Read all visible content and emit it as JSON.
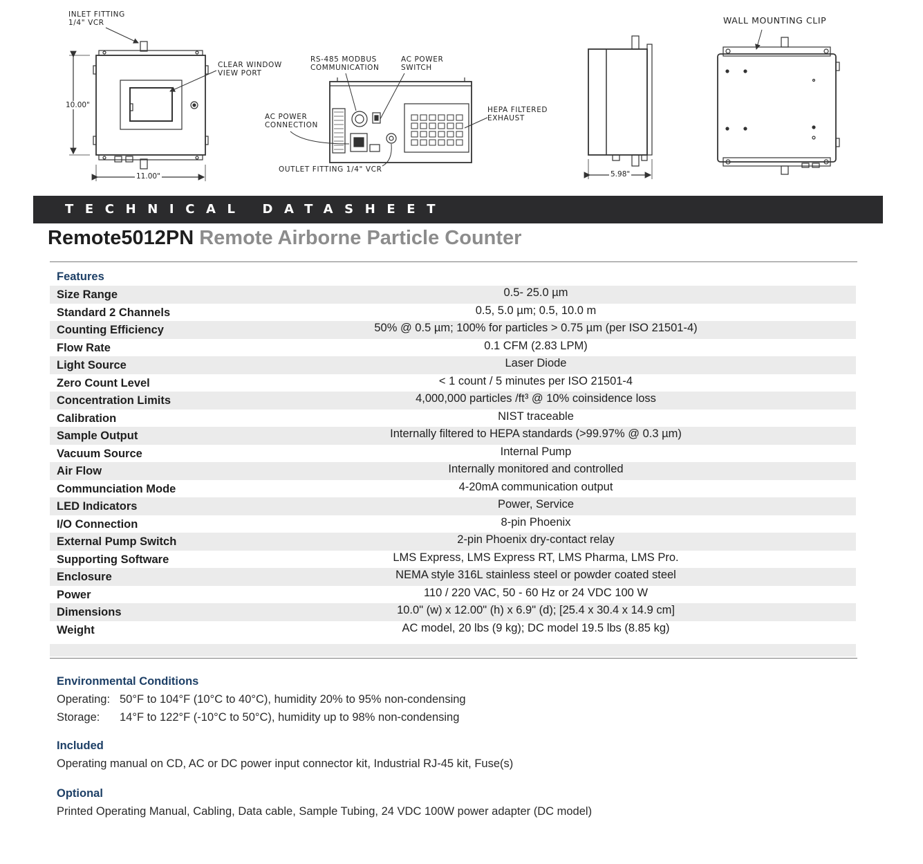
{
  "drawings": {
    "callouts": {
      "inlet_fitting": [
        "INLET FITTING",
        "1/4\" VCR"
      ],
      "clear_window": [
        "CLEAR WINDOW",
        "VIEW PORT"
      ],
      "rs485": [
        "RS-485 MODBUS",
        "COMMUNICATION"
      ],
      "ac_power_switch": [
        "AC POWER",
        "SWITCH"
      ],
      "hepa_exhaust": [
        "HEPA FILTERED",
        "EXHAUST"
      ],
      "ac_power_connection": [
        "AC POWER",
        "CONNECTION"
      ],
      "outlet_fitting": "OUTLET FITTING 1/4\" VCR",
      "wall_clip": "WALL MOUNTING CLIP"
    },
    "dimensions": {
      "height": "10.00\"",
      "width": "11.00\"",
      "depth": "5.98\""
    }
  },
  "header": {
    "band_text": "TECHNICAL DATASHEET"
  },
  "title": {
    "model": "Remote5012PN",
    "description": "Remote Airborne Particle Counter"
  },
  "specs": {
    "heading": "Features",
    "rows": [
      {
        "label": "Size Range",
        "value": "0.5- 25.0 µm"
      },
      {
        "label": "Standard 2 Channels",
        "value": "0.5, 5.0 µm;  0.5, 10.0 m"
      },
      {
        "label": "Counting Efficiency",
        "value": "50% @ 0.5 µm; 100% for particles > 0.75 µm (per ISO 21501-4)"
      },
      {
        "label": "Flow Rate",
        "value": "0.1 CFM (2.83 LPM)"
      },
      {
        "label": "Light Source",
        "value": "Laser Diode"
      },
      {
        "label": "Zero Count Level",
        "value": "< 1 count  / 5 minutes per ISO 21501-4"
      },
      {
        "label": "Concentration Limits",
        "value": "4,000,000 particles /ft³ @ 10% coinsidence loss"
      },
      {
        "label": "Calibration",
        "value": "NIST traceable"
      },
      {
        "label": "Sample Output",
        "value": "Internally filtered to HEPA standards (>99.97% @ 0.3 µm)"
      },
      {
        "label": "Vacuum Source",
        "value": "Internal Pump"
      },
      {
        "label": "Air Flow",
        "value": "Internally monitored and controlled"
      },
      {
        "label": "Communciation Mode",
        "value": "4-20mA communication output"
      },
      {
        "label": "LED Indicators",
        "value": "Power, Service"
      },
      {
        "label": "I/O Connection",
        "value": "8-pin Phoenix"
      },
      {
        "label": "External Pump Switch",
        "value": "2-pin Phoenix dry-contact relay"
      },
      {
        "label": "Supporting Software",
        "value": "LMS Express, LMS Express RT, LMS Pharma, LMS Pro."
      },
      {
        "label": "Enclosure",
        "value": "NEMA style 316L stainless steel or  powder coated steel"
      },
      {
        "label": "Power",
        "value": "110 / 220 VAC, 50 - 60 Hz or 24 VDC 100 W"
      },
      {
        "label": "Dimensions",
        "value": "10.0\" (w) x 12.00\" (h) x 6.9\" (d); [25.4 x 30.4 x 14.9 cm]"
      },
      {
        "label": "Weight",
        "value": "AC model, 20 lbs (9 kg); DC model 19.5 lbs (8.85 kg)"
      }
    ]
  },
  "environmental": {
    "heading": "Environmental Conditions",
    "operating_label": "Operating:",
    "operating": "50°F to 104°F (10°C to 40°C), humidity 20% to 95% non-condensing",
    "storage_label": "Storage:",
    "storage": "14°F to 122°F (-10°C to 50°C), humidity up to 98% non-condensing"
  },
  "included": {
    "heading": "Included",
    "text": "Operating manual on CD, AC or DC power input connector kit, Industrial RJ-45 kit, Fuse(s)"
  },
  "optional": {
    "heading": "Optional",
    "text": "Printed Operating Manual, Cabling, Data cable, Sample Tubing, 24 VDC 100W power adapter (DC model)"
  },
  "colors": {
    "band": "#2b2b2d",
    "heading_blue": "#1d3f66",
    "row_shade": "#ebebeb",
    "title_gray": "#8c8c8c"
  }
}
